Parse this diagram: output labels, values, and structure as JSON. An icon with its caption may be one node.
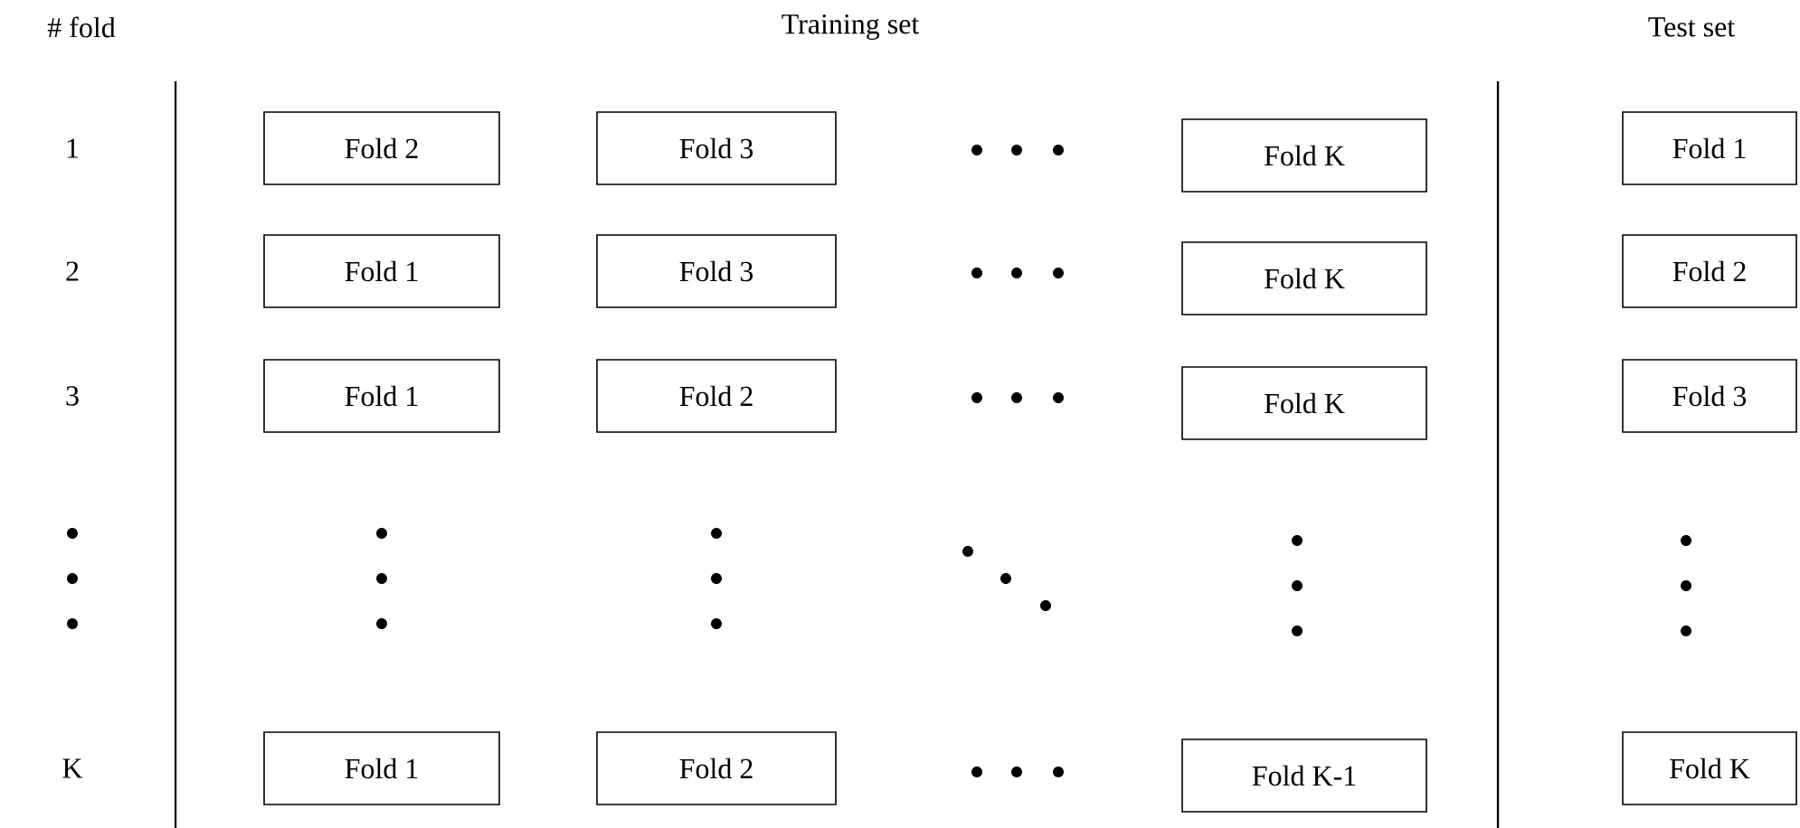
{
  "diagram": {
    "nodes": [
      {
        "text": [
          "Fold 2"
        ]
      },
      {
        "text": [
          "Fold 3"
        ]
      },
      {
        "text": [
          "Fold K"
        ]
      },
      {
        "text": [
          "Fold 1"
        ]
      },
      {
        "text": [
          "Fold 1"
        ]
      },
      {
        "text": [
          "Fold 3"
        ]
      },
      {
        "text": [
          "Fold K"
        ]
      },
      {
        "text": [
          "Fold 2"
        ]
      },
      {
        "text": [
          "Fold 1"
        ]
      },
      {
        "text": [
          "Fold 2"
        ]
      },
      {
        "text": [
          "Fold K"
        ]
      },
      {
        "text": [
          "Fold 3"
        ]
      },
      {
        "text": [
          "Fold 1"
        ]
      },
      {
        "text": [
          "Fold 2"
        ]
      },
      {
        "text": [
          "Fold K-1"
        ]
      },
      {
        "text": [
          "Fold K"
        ]
      }
    ],
    "labels": [
      "# fold",
      "Training set",
      "Test set",
      "1",
      "2",
      "3",
      "K"
    ]
  }
}
